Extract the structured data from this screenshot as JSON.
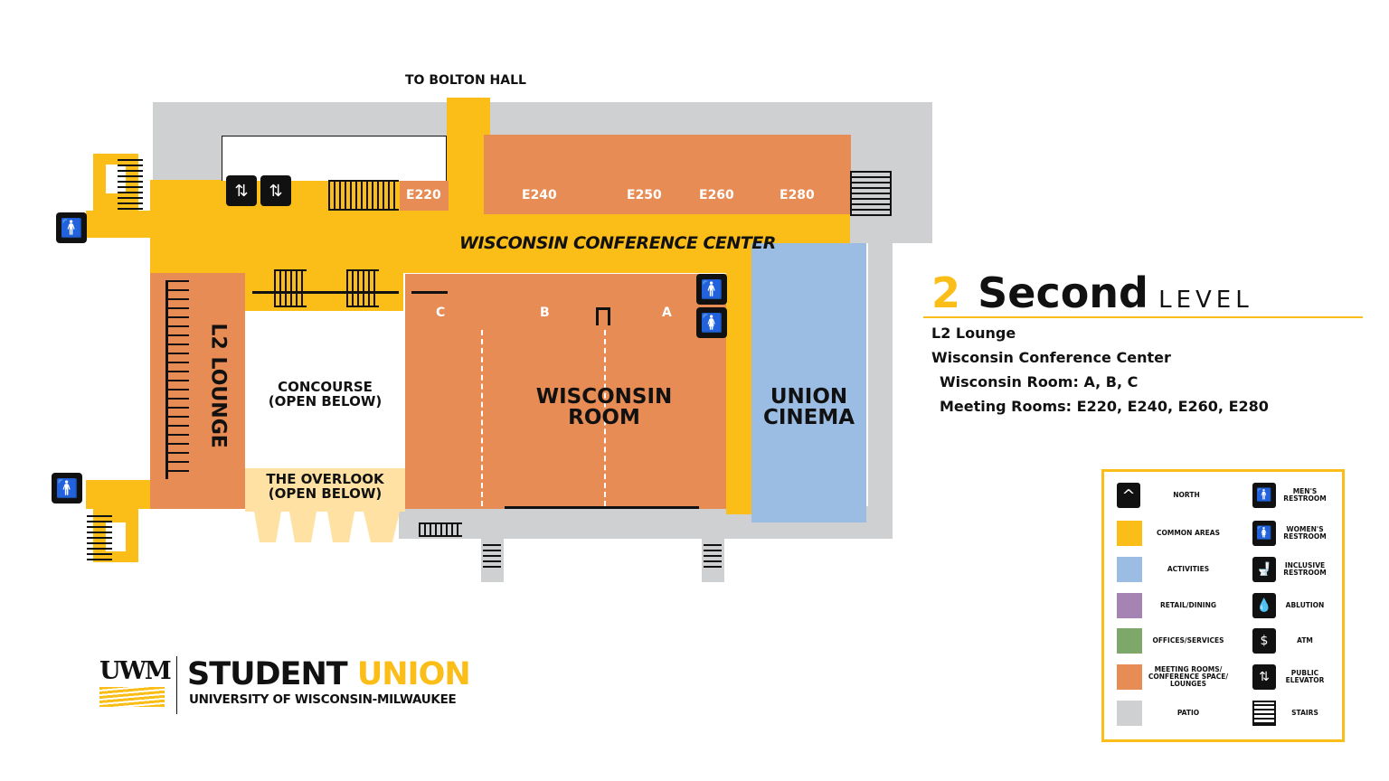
{
  "map": {
    "to_bolton_hall": "TO BOLTON HALL",
    "conference_center_label": "WISCONSIN CONFERENCE CENTER",
    "rooms": {
      "e220": "E220",
      "e240": "E240",
      "e250": "E250",
      "e260": "E260",
      "e280": "E280",
      "section_c": "C",
      "section_b": "B",
      "section_a": "A",
      "wisconsin_room_line1": "WISCONSIN",
      "wisconsin_room_line2": "ROOM",
      "union_cinema_line1": "UNION",
      "union_cinema_line2": "CINEMA",
      "l2_lounge": "L2 LOUNGE",
      "concourse_line1": "CONCOURSE",
      "concourse_line2": "(OPEN BELOW)",
      "overlook_line1": "THE OVERLOOK",
      "overlook_line2": "(OPEN BELOW)"
    }
  },
  "level": {
    "number": "2",
    "name": "Second",
    "suffix": "LEVEL",
    "accent_color": "#fbbd17"
  },
  "directory": {
    "lines": [
      "L2 Lounge",
      "Wisconsin Conference Center",
      "Wisconsin Room: A, B, C",
      "Meeting Rooms: E220, E240, E260, E280"
    ]
  },
  "legend": {
    "left": [
      {
        "label": "NORTH",
        "icon": "north-arrow-icon"
      },
      {
        "label": "COMMON AREAS",
        "color": "#fbbd17"
      },
      {
        "label": "ACTIVITIES",
        "color": "#9bbce3"
      },
      {
        "label": "RETAIL/DINING",
        "color": "#a584b3"
      },
      {
        "label": "OFFICES/SERVICES",
        "color": "#7ea86a"
      },
      {
        "label": "MEETING ROOMS/ CONFERENCE SPACE/ LOUNGES",
        "color": "#e88c55"
      },
      {
        "label": "PATIO",
        "color": "#cfd0d2"
      }
    ],
    "right": [
      {
        "label": "MEN'S RESTROOM",
        "icon": "mens-restroom-icon"
      },
      {
        "label": "WOMEN'S RESTROOM",
        "icon": "womens-restroom-icon"
      },
      {
        "label": "INCLUSIVE RESTROOM",
        "icon": "inclusive-restroom-icon"
      },
      {
        "label": "ABLUTION",
        "icon": "ablution-icon"
      },
      {
        "label": "ATM",
        "icon": "atm-icon"
      },
      {
        "label": "PUBLIC ELEVATOR",
        "icon": "elevator-icon"
      },
      {
        "label": "STAIRS",
        "icon": "stairs-icon"
      }
    ]
  },
  "logo": {
    "mark": "UWM",
    "title_part1": "STUDENT",
    "title_part2": "UNION",
    "subtitle": "UNIVERSITY OF WISCONSIN-MILWAUKEE"
  }
}
